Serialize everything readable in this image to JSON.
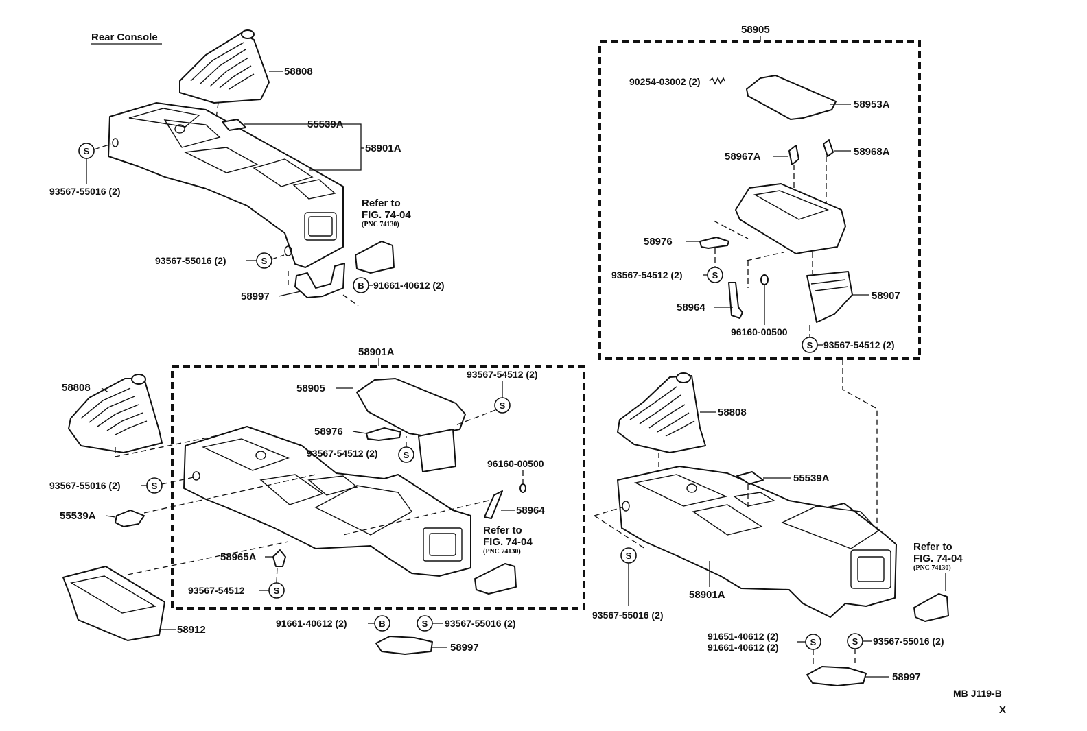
{
  "labels": {
    "title": "Rear Console",
    "p58808": "58808",
    "p55539a": "55539A",
    "p58901a": "58901A",
    "s93567_55016_2": "93567-55016 (2)",
    "refer_to": "Refer to",
    "fig": "FIG. 74-04",
    "pnc": "(PNC 74130)",
    "p58997": "58997",
    "b91661_40612_2": "91661-40612 (2)",
    "p58905": "58905",
    "s93567_54512_2": "93567-54512 (2)",
    "p58976": "58976",
    "s93567_54512": "93567-54512",
    "p96160_00500": "96160-00500",
    "p58964": "58964",
    "p58965a": "58965A",
    "p58912": "58912",
    "p90254_03002_2": "90254-03002 (2)",
    "p58953a": "58953A",
    "p58967a": "58967A",
    "p58968a": "58968A",
    "p58907": "58907",
    "p91651_40612_2": "91651-40612 (2)",
    "code": "MB J119-B",
    "mark_x": "X"
  },
  "symbols": {
    "s": "S",
    "b": "B"
  }
}
